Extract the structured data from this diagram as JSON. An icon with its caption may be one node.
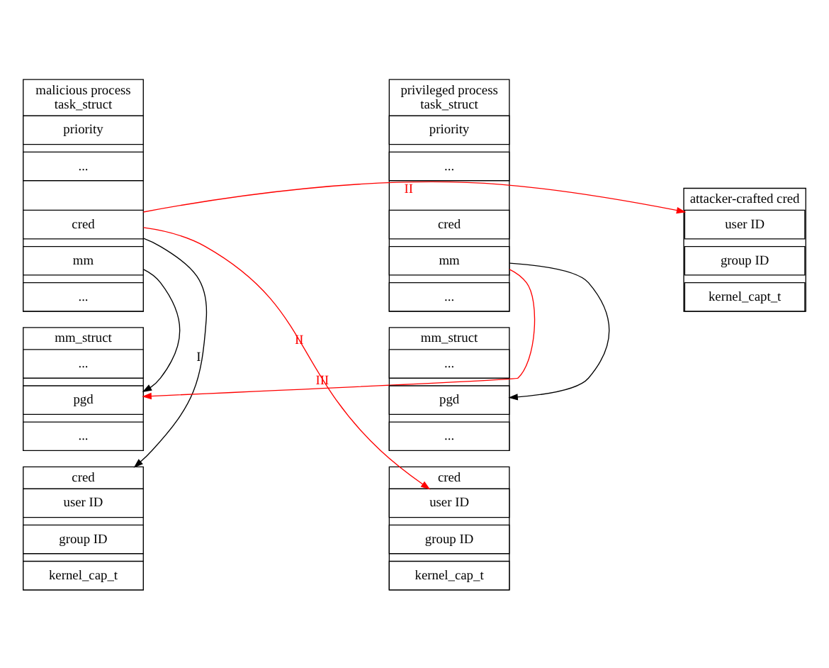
{
  "diagram": {
    "nodes": [
      {
        "text": [
          "malicious process",
          "task_struct"
        ]
      },
      {
        "text": [
          "priority"
        ],
        "in": 0
      },
      {
        "text": [
          "..."
        ],
        "in": 0
      },
      {
        "text": [
          "cred"
        ],
        "in": 0
      },
      {
        "text": [
          "mm"
        ],
        "in": 0
      },
      {
        "text": [
          "..."
        ],
        "in": 0
      },
      {
        "text": [
          "privileged process",
          "task_struct"
        ]
      },
      {
        "text": [
          "priority"
        ],
        "in": 6
      },
      {
        "text": [
          "..."
        ],
        "in": 6
      },
      {
        "text": [
          "cred"
        ],
        "in": 6
      },
      {
        "text": [
          "mm"
        ],
        "in": 6
      },
      {
        "text": [
          "..."
        ],
        "in": 6
      },
      {
        "text": [
          "attacker-crafted cred"
        ]
      },
      {
        "text": [
          "user ID"
        ],
        "in": 12
      },
      {
        "text": [
          "group ID"
        ],
        "in": 12
      },
      {
        "text": [
          "kernel_capt_t"
        ],
        "in": 12
      },
      {
        "text": [
          "mm_struct"
        ]
      },
      {
        "text": [
          "..."
        ],
        "in": 16
      },
      {
        "text": [
          "pgd"
        ],
        "in": 16
      },
      {
        "text": [
          "..."
        ],
        "in": 16
      },
      {
        "text": [
          "mm_struct"
        ]
      },
      {
        "text": [
          "..."
        ],
        "in": 20
      },
      {
        "text": [
          "pgd"
        ],
        "in": 20
      },
      {
        "text": [
          "..."
        ],
        "in": 20
      },
      {
        "text": [
          "cred"
        ]
      },
      {
        "text": [
          "user ID"
        ],
        "in": 24
      },
      {
        "text": [
          "group ID"
        ],
        "in": 24
      },
      {
        "text": [
          "kernel_cap_t"
        ],
        "in": 24
      },
      {
        "text": [
          "cred"
        ]
      },
      {
        "text": [
          "user ID"
        ],
        "in": 28
      },
      {
        "text": [
          "group ID"
        ],
        "in": 28
      },
      {
        "text": [
          "kernel_cap_t"
        ],
        "in": 28
      }
    ],
    "edges": [
      {
        "from": 3,
        "to": 24,
        "arrow": "to",
        "label": "I"
      },
      {
        "from": 4,
        "to": 18,
        "arrow": "to"
      },
      {
        "from": 3,
        "to": 13,
        "arrow": "to",
        "label": "II",
        "color": "#ff0000"
      },
      {
        "from": 3,
        "to": 29,
        "arrow": "to",
        "label": "II",
        "color": "#ff0000"
      },
      {
        "from": 10,
        "to": 22,
        "arrow": "to"
      },
      {
        "from": 10,
        "to": 18,
        "arrow": "to",
        "label": "III",
        "color": "#ff0000"
      }
    ]
  }
}
